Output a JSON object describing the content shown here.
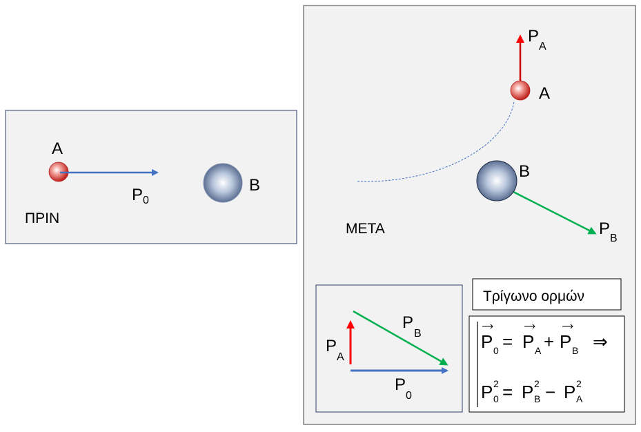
{
  "before_panel": {
    "ball_a_label": "A",
    "ball_b_label": "B",
    "vector_label": "P",
    "vector_sub": "0",
    "caption": "ΠΡΙΝ"
  },
  "after_panel": {
    "ball_a_label": "A",
    "ball_b_label": "B",
    "vector_a_label": "P",
    "vector_a_sub": "A",
    "vector_b_label": "P",
    "vector_b_sub": "B",
    "caption": "ΜΕΤΑ"
  },
  "triangle_box": {
    "pb_label": "P",
    "pb_sub": "B",
    "pa_label": "P",
    "pa_sub": "A",
    "p0_label": "P",
    "p0_sub": "0"
  },
  "title_box": {
    "text": "Τρίγωνο ορμών"
  },
  "equations": {
    "line1": {
      "p": "P",
      "sub0": "0",
      "eq": "=",
      "subA": "A",
      "plus": "+",
      "subB": "B",
      "implies": "⇒"
    },
    "line2": {
      "p": "P",
      "sub0": "0",
      "sup": "2",
      "eq": "=",
      "subB": "B",
      "minus": "−",
      "subA": "A"
    }
  },
  "colors": {
    "panel_fill": "#f2f2f2",
    "panel_border": "#2f3f6f",
    "red_vector": "#ff0000",
    "blue_vector": "#4472c4",
    "green_vector": "#00b050",
    "dashed_path": "#4472c4"
  }
}
